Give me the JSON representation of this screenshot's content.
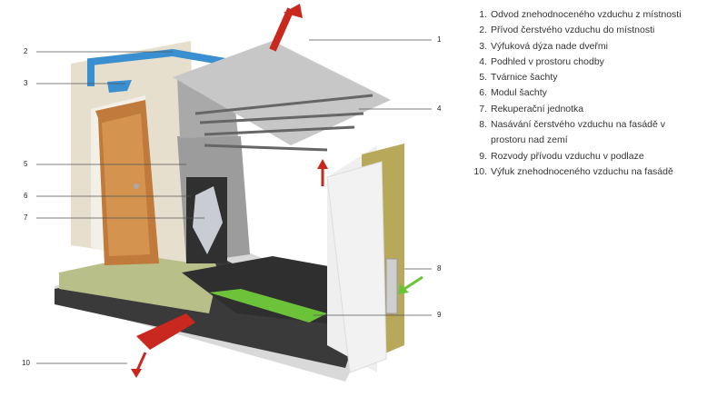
{
  "callouts": [
    "1",
    "2",
    "3",
    "4",
    "5",
    "6",
    "7",
    "8",
    "9",
    "10"
  ],
  "legend": [
    {
      "num": "1.",
      "text": "Odvod znehodnoceného vzduchu z místnosti"
    },
    {
      "num": "2.",
      "text": "Přívod čerstvého vzduchu do místnosti"
    },
    {
      "num": "3.",
      "text": "Výfuková dýza nade dveřmi"
    },
    {
      "num": "4.",
      "text": "Podhled v prostoru chodby"
    },
    {
      "num": "5.",
      "text": "Tvárnice šachty"
    },
    {
      "num": "6.",
      "text": "Modul šachty"
    },
    {
      "num": "7.",
      "text": "Rekuperační jednotka"
    },
    {
      "num": "8.",
      "text": "Nasávání čerstvého vzduchu na fasádě v prostoru nad zemí"
    },
    {
      "num": "9.",
      "text": "Rozvody přívodu vzduchu v podlaze"
    },
    {
      "num": "10.",
      "text": "Výfuk znehodnoceného vzduchu na fasádě"
    }
  ],
  "colors": {
    "exhaust": "#c8281e",
    "supply": "#3a8fd0",
    "intake": "#6cc33a"
  }
}
